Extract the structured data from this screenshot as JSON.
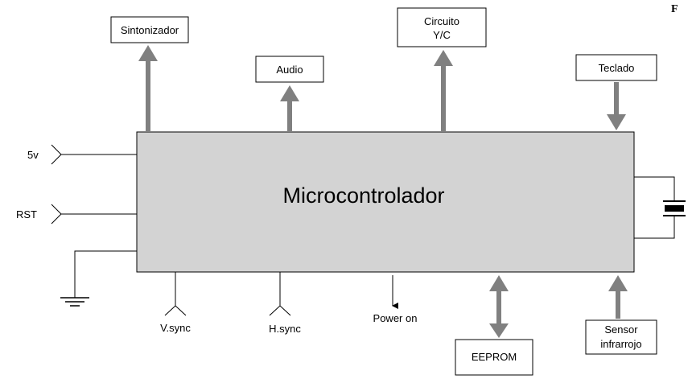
{
  "corner_label": "F",
  "microcontroller": {
    "label": "Microcontrolador"
  },
  "blocks": {
    "sintonizador": "Sintonizador",
    "audio": "Audio",
    "circuito_line1": "Circuito",
    "circuito_line2": "Y/C",
    "teclado": "Teclado",
    "eeprom": "EEPROM",
    "sensor_line1": "Sensor",
    "sensor_line2": "infrarrojo"
  },
  "pins": {
    "supply": "5v",
    "reset": "RST",
    "vsync": "V.sync",
    "hsync": "H.sync",
    "power_on": "Power on"
  },
  "colors": {
    "chip_fill": "#d3d3d3",
    "bus_arrow": "#808080",
    "line": "#000000"
  }
}
